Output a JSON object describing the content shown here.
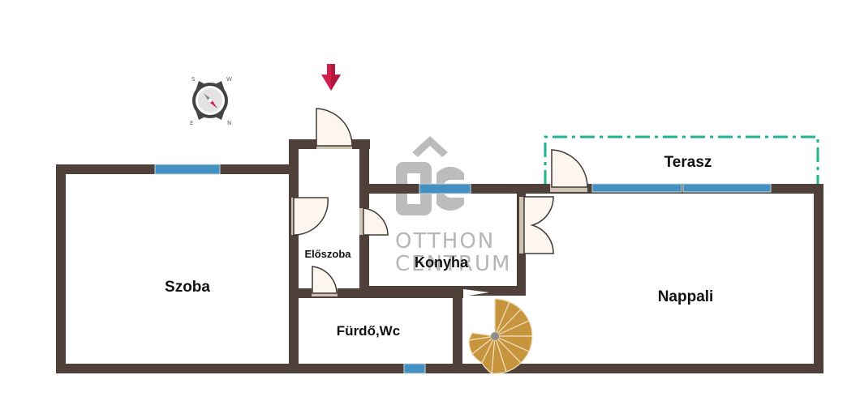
{
  "plan": {
    "rooms": [
      {
        "id": "szoba",
        "label": "Szoba"
      },
      {
        "id": "eloszoba",
        "label": "Előszoba"
      },
      {
        "id": "konyha",
        "label": "Konyha"
      },
      {
        "id": "furdo",
        "label": "Fürdő,Wc"
      },
      {
        "id": "nappali",
        "label": "Nappali"
      },
      {
        "id": "terasz",
        "label": "Terasz"
      }
    ],
    "compass": {
      "letters": [
        "S",
        "W",
        "E",
        "N"
      ]
    },
    "entrance_marker": "entrance-arrow",
    "colors": {
      "wall": "#4f4139",
      "window": "#4391c2",
      "terrace_outline": "#21b38c",
      "entrance_arrow": "#d21f4a",
      "stairs": "#c8953f"
    }
  },
  "watermark": {
    "monogram": "ÔC",
    "line1": "OTTHON",
    "line2": "CENTRUM"
  }
}
